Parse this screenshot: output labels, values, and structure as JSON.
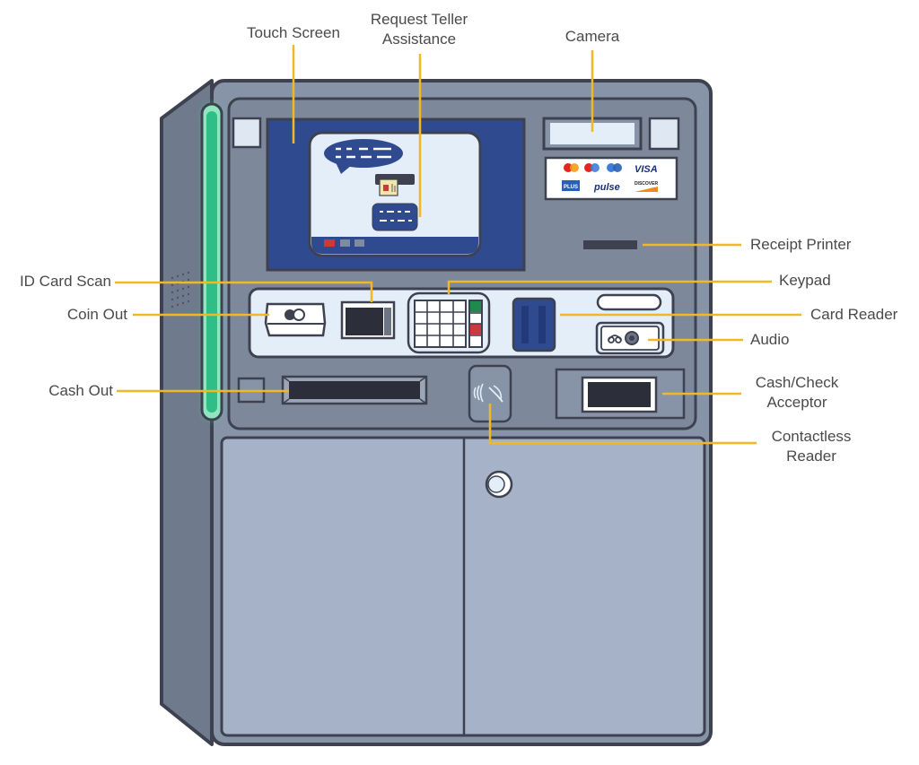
{
  "colors": {
    "leader": "#f2b823",
    "outline": "#3e4250",
    "body": "#7d899b",
    "panel": "#98a6bc",
    "door": "#a5b2c8",
    "screen_frame": "#2f4a8e",
    "screen_inner": "#e4eef8",
    "glow": "#3fd19a"
  },
  "labels": {
    "touch_screen": "Touch Screen",
    "request_teller_line1": "Request Teller",
    "request_teller_line2": "Assistance",
    "camera": "Camera",
    "receipt_printer": "Receipt Printer",
    "id_card_scan": "ID Card Scan",
    "keypad": "Keypad",
    "coin_out": "Coin Out",
    "card_reader": "Card Reader",
    "audio": "Audio",
    "cash_out": "Cash Out",
    "cash_check_line1": "Cash/Check",
    "cash_check_line2": "Acceptor",
    "contactless_line1": "Contactless",
    "contactless_line2": "Reader"
  },
  "card_logos": {
    "visa": "VISA",
    "plus": "PLUS",
    "pulse": "pulse",
    "discover": "DISCOVER"
  }
}
